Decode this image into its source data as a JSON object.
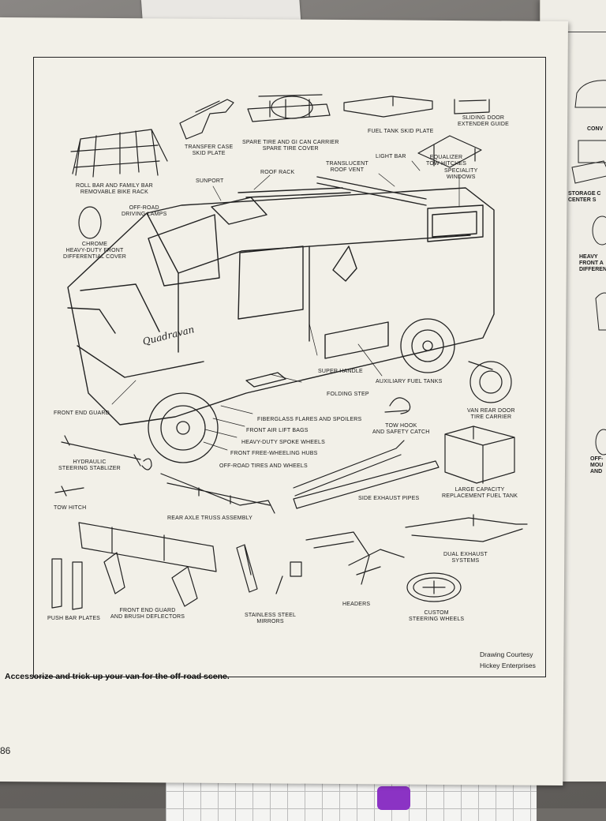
{
  "labels": {
    "roll_bar": "ROLL BAR AND FAMILY BAR\nREMOVABLE BIKE RACK",
    "transfer_case": "TRANSFER CASE\nSKID PLATE",
    "spare_tire": "SPARE TIRE AND GI CAN CARRIER\nSPARE TIRE COVER",
    "fuel_tank_skid": "FUEL TANK SKID PLATE",
    "sliding_door": "SLIDING DOOR\nEXTENDER GUIDE",
    "light_bar": "LIGHT BAR",
    "equalizer": "EQUALIZER\nTOW HITCHES",
    "speciality_windows": "SPECIALITY\nWINDOWS",
    "translucent_roof_vent": "TRANSLUCENT\nROOF VENT",
    "roof_rack": "ROOF RACK",
    "sunport": "SUNPORT",
    "offroad_lamps": "OFF-ROAD\nDRIVING LAMPS",
    "chrome_cover": "CHROME\nHEAVY-DUTY FRONT\nDIFFERENTIAL COVER",
    "super_handle": "SUPER HANDLE",
    "aux_fuel_tanks": "AUXILIARY FUEL TANKS",
    "folding_step": "FOLDING STEP",
    "front_end_guard": "FRONT END GUARD",
    "fiberglass": "FIBERGLASS FLARES AND SPOILERS",
    "air_lift": "FRONT AIR LIFT BAGS",
    "spoke_wheels": "HEAVY-DUTY SPOKE WHEELS",
    "freewheeling_hubs": "FRONT FREE-WHEELING HUBS",
    "offroad_tires": "OFF-ROAD TIRES AND WHEELS",
    "van_rear_door": "VAN REAR DOOR\nTIRE CARRIER",
    "tow_hook": "TOW HOOK\nAND SAFETY CATCH",
    "hydraulic": "HYDRAULIC\nSTEERING STABLIZER",
    "tow_hitch": "TOW HITCH",
    "rear_axle": "REAR AXLE TRUSS ASSEMBLY",
    "side_exhaust": "SIDE EXHAUST PIPES",
    "fuel_tank_large": "LARGE CAPACITY\nREPLACEMENT FUEL TANK",
    "dual_exhaust": "DUAL EXHAUST\nSYSTEMS",
    "push_bar": "PUSH BAR PLATES",
    "front_guard_brush": "FRONT END GUARD\nAND BRUSH DEFLECTORS",
    "mirrors": "STAINLESS STEEL\nMIRRORS",
    "headers": "HEADERS",
    "steering_wheels": "CUSTOM\nSTEERING WHEELS"
  },
  "van_script": "Quadravan",
  "credit": "Drawing Courtesy\nHickey Enterprises",
  "caption": "Accessorize and trick-up your van for the off-road scene.",
  "page_number": "86",
  "right_page": {
    "conv": "CONV",
    "storage": "STORAGE C\nCENTER S",
    "heavy": "HEAVY\nFRONT A\nDIFFERENT",
    "off": "OFF-\nMOU\nAND"
  }
}
